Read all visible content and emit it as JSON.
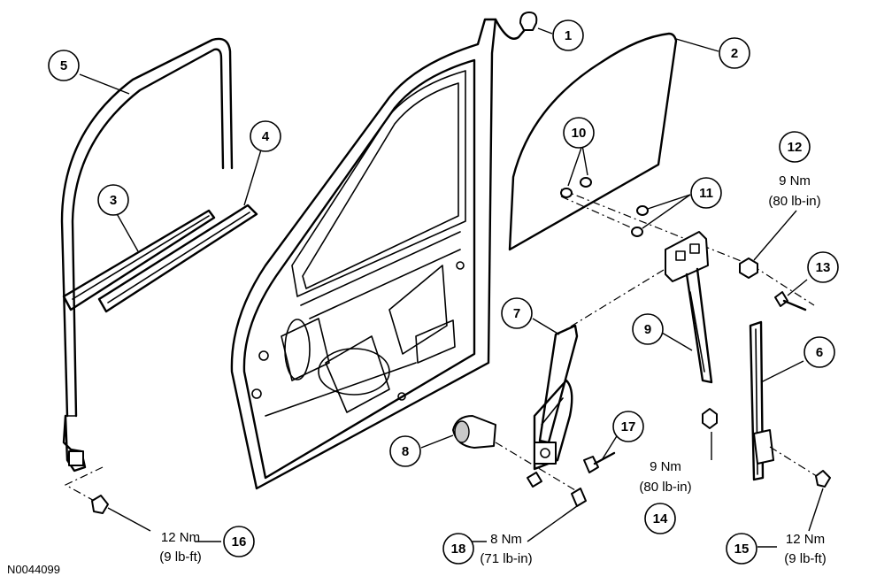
{
  "reference_code": "N0044099",
  "callouts": [
    {
      "id": "1",
      "label": "1"
    },
    {
      "id": "2",
      "label": "2"
    },
    {
      "id": "3",
      "label": "3"
    },
    {
      "id": "4",
      "label": "4"
    },
    {
      "id": "5",
      "label": "5"
    },
    {
      "id": "6",
      "label": "6"
    },
    {
      "id": "7",
      "label": "7"
    },
    {
      "id": "8",
      "label": "8"
    },
    {
      "id": "9",
      "label": "9"
    },
    {
      "id": "10",
      "label": "10"
    },
    {
      "id": "11",
      "label": "11"
    },
    {
      "id": "12",
      "label": "12"
    },
    {
      "id": "13",
      "label": "13"
    },
    {
      "id": "14",
      "label": "14"
    },
    {
      "id": "15",
      "label": "15"
    },
    {
      "id": "16",
      "label": "16"
    },
    {
      "id": "17",
      "label": "17"
    },
    {
      "id": "18",
      "label": "18"
    }
  ],
  "torque_specs": {
    "c12": {
      "line1": "9 Nm",
      "line2": "(80 lb-in)"
    },
    "c14": {
      "line1": "9 Nm",
      "line2": "(80 lb-in)"
    },
    "c15": {
      "line1": "12 Nm",
      "line2": "(9 lb-ft)"
    },
    "c16": {
      "line1": "12 Nm",
      "line2": "(9 lb-ft)"
    },
    "c18": {
      "line1": "8 Nm",
      "line2": "(71 lb-in)"
    }
  }
}
